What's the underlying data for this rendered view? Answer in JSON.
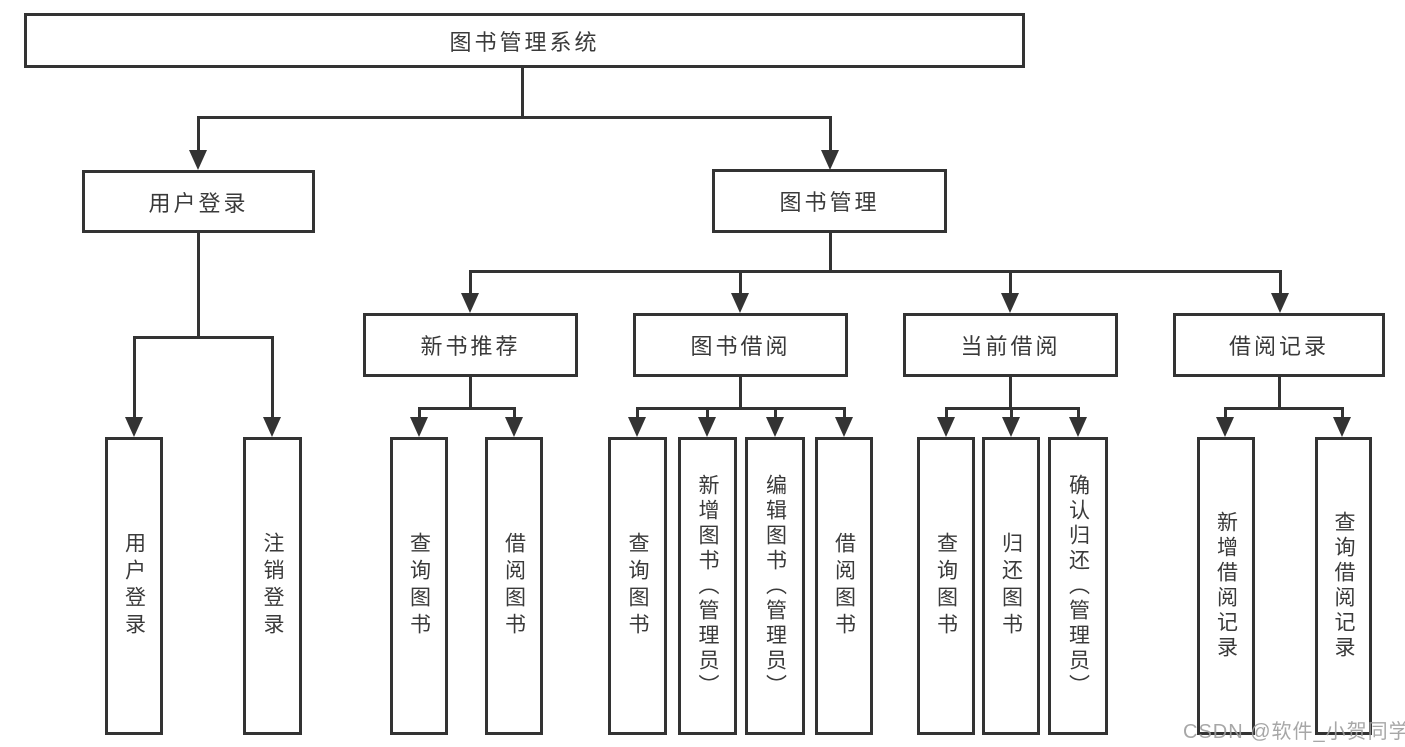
{
  "diagram": {
    "root": "图书管理系统",
    "level2": [
      {
        "label": "用户登录",
        "children": [
          "用户登录",
          "注销登录"
        ]
      },
      {
        "label": "图书管理",
        "sections": [
          {
            "label": "新书推荐",
            "children": [
              "查询图书",
              "借阅图书"
            ]
          },
          {
            "label": "图书借阅",
            "children": [
              "查询图书",
              "新增图书（管理员）",
              "编辑图书（管理员）",
              "借阅图书"
            ]
          },
          {
            "label": "当前借阅",
            "children": [
              "查询图书",
              "归还图书",
              "确认归还（管理员）"
            ]
          },
          {
            "label": "借阅记录",
            "children": [
              "新增借阅记录",
              "查询借阅记录"
            ]
          }
        ]
      }
    ]
  },
  "watermark": "CSDN @软件_小贺同学",
  "colors": {
    "line": "#333333",
    "text": "#3a3a3a",
    "watermark": "#9e9e9e",
    "background": "#ffffff"
  }
}
